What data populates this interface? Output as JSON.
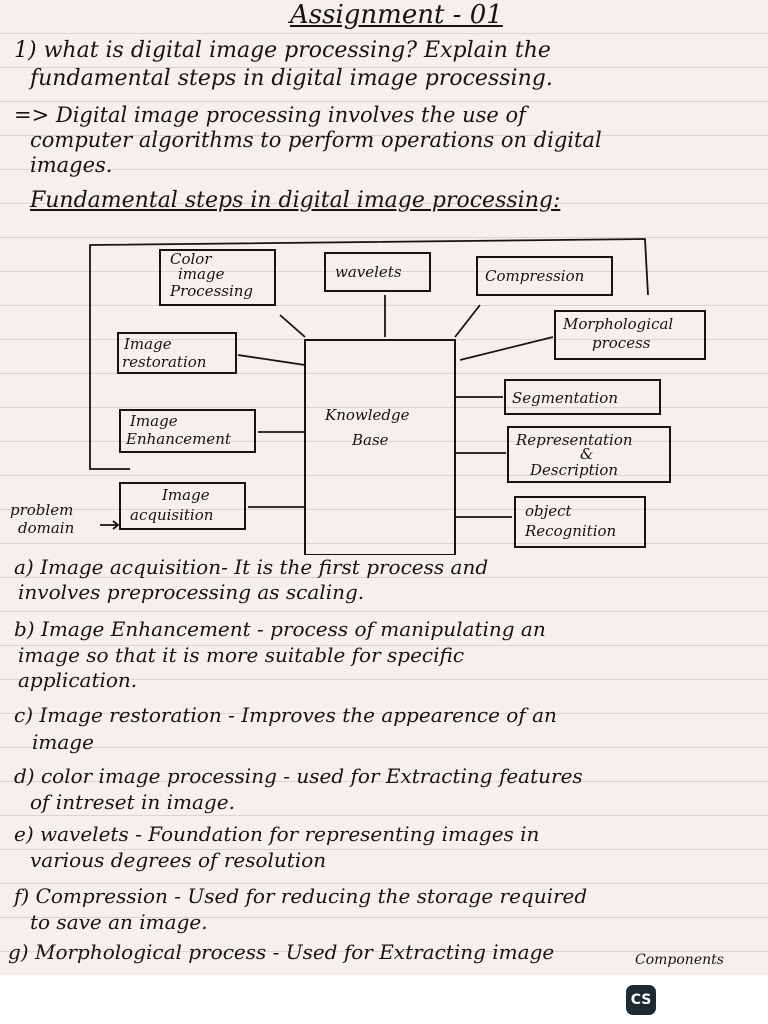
{
  "title": "Assignment - 01",
  "question": {
    "line1": "1) what is digital image processing? Explain the",
    "line2": "fundamental steps in digital image processing."
  },
  "answer": {
    "line1": "=> Digital image processing involves the use of",
    "line2": "computer algorithms to perform operations on digital",
    "line3": "images."
  },
  "diagram_heading": "Fundamental steps in digital image processing:",
  "diagram": {
    "color_image_processing": [
      "Color",
      "image",
      "Processing"
    ],
    "wavelets": "wavelets",
    "compression": "Compression",
    "morphological_process": [
      "Morphological",
      "process"
    ],
    "image_restoration": [
      "Image",
      "restoration"
    ],
    "knowledge_base": [
      "Knowledge",
      "Base"
    ],
    "segmentation": "Segmentation",
    "image_enhancement": [
      "Image",
      "Enhancement"
    ],
    "representation_description": [
      "Representation",
      "&",
      "Description"
    ],
    "image_acquisition": [
      "Image",
      "acquisition"
    ],
    "object_recognition": [
      "object",
      "Recognition"
    ],
    "problem_domain": [
      "problem",
      "domain"
    ]
  },
  "definitions": {
    "a1": "a) Image acquisition- It is the first process and",
    "a2": "involves preprocessing as scaling.",
    "b1": "b) Image Enhancement - process of manipulating an",
    "b2": "image so that it is more suitable for specific",
    "b3": "application.",
    "c1": "c) Image restoration - Improves the appearence of an",
    "c2": "image",
    "d1": "d) color image processing - used for Extracting features",
    "d2": "of intreset in image.",
    "e1": "e) wavelets - Foundation for representing images in",
    "e2": "various degrees of resolution",
    "f1": "f) Compression - Used for reducing the storage required",
    "f2": "to save an image.",
    "g1": "g) Morphological process - Used for Extracting image",
    "g2": "Components"
  },
  "watermark": "CS"
}
